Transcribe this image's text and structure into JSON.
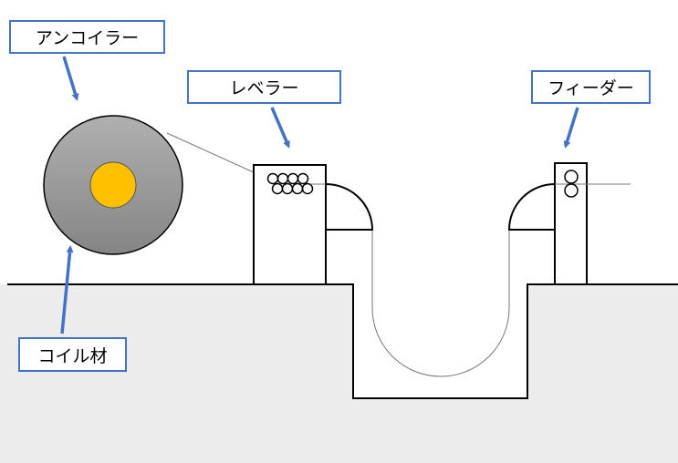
{
  "labels": {
    "uncoiler": "アンコイラー",
    "leveler": "レベラー",
    "feeder": "フィーダー",
    "coil": "コイル材"
  },
  "colors": {
    "accent": "#4472C4",
    "coil_core": "#FFC000",
    "ground": "#ECECEC"
  }
}
